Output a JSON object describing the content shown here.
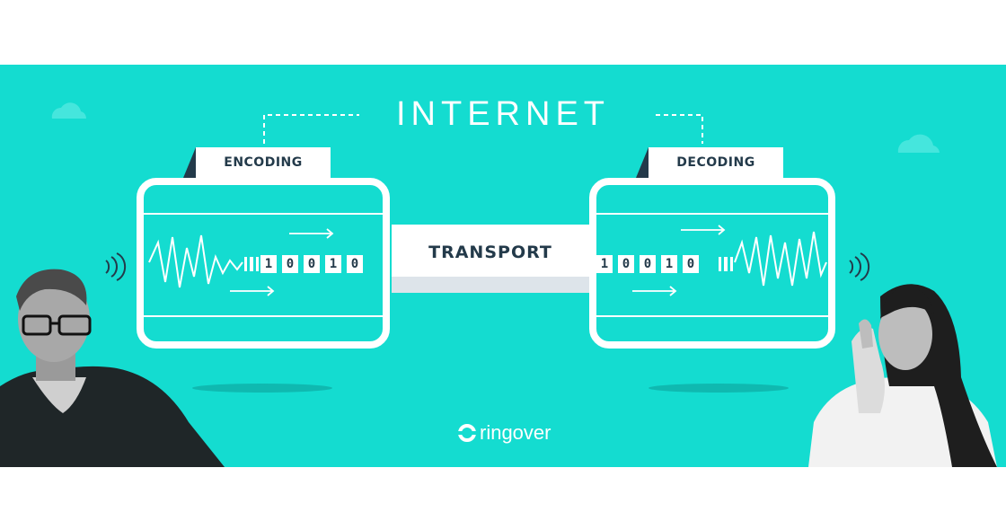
{
  "diagram": {
    "title": "INTERNET",
    "encoding_label": "ENCODING",
    "decoding_label": "DECODING",
    "transport_label": "TRANSPORT",
    "encoded_bits": [
      "1",
      "0",
      "0",
      "1",
      "0"
    ],
    "decoded_bits": [
      "1",
      "0",
      "0",
      "1",
      "0"
    ],
    "brand": "ringover"
  },
  "colors": {
    "background": "#14dcd0",
    "white": "#ffffff",
    "text_dark": "#233a4a",
    "shadow": "#0fb9b0"
  },
  "icons": {
    "left_signal": "sound-waves-icon",
    "right_signal": "sound-waves-icon",
    "brand_logo": "ringover-logo-icon",
    "clouds": "cloud-icon"
  }
}
